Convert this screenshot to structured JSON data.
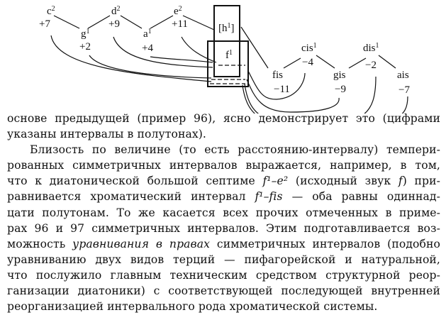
{
  "diagram": {
    "notes": [
      {
        "name": "c",
        "oct": "2",
        "num": "+7"
      },
      {
        "name": "g",
        "oct": "1",
        "num": "+2"
      },
      {
        "name": "d",
        "oct": "2",
        "num": "+9"
      },
      {
        "name": "a",
        "oct": "1",
        "num": "+4"
      },
      {
        "name": "e",
        "oct": "2",
        "num": "+11"
      },
      {
        "name": "[h",
        "oct": "1",
        "close": "]"
      },
      {
        "name": "f",
        "oct": "1"
      },
      {
        "name": "fis",
        "num": "−11"
      },
      {
        "name": "cis",
        "oct": "1",
        "num": "−4"
      },
      {
        "name": "gis",
        "num": "−9"
      },
      {
        "name": "dis",
        "oct": "1",
        "num": "−2"
      },
      {
        "name": "ais",
        "num": "−7"
      }
    ]
  },
  "text": {
    "l1": "основе предыдущей (пример 96), ясно демонстрирует это (цифрами",
    "l2": "указаны интервалы в полутонах).",
    "l3": "Близость по величине (то есть расстоянию-интервалу) темпери-",
    "l4": "рованных симметричных интервалов выражается, например, в том,",
    "l5a": "что к диатонической большой септиме ",
    "l5b": "f¹–e²",
    "l5c": " (исходный звук ",
    "l5d": "f",
    "l5e": ") при-",
    "l6a": "равнивается хроматический интервал ",
    "l6b": "f¹–fis",
    "l6c": " — оба равны одиннад-",
    "l7": "цати полутонам. То же касается всех прочих отмеченных в приме-",
    "l8": "рах 96 и 97 симметричных интервалов. Этим подготавливается воз-",
    "l9a": "можность ",
    "l9b": "уравнивания в правах",
    "l9c": " симметричных интервалов (подобно",
    "l10": "уравниванию двух видов терций — пифагорейской и натуральной,",
    "l11": "что послужило главным техническим средством структурной реор-",
    "l12": "ганизации диатоники) с соответствующей последующей внутренней",
    "l13": "реорганизацией интервального рода хроматической системы."
  }
}
